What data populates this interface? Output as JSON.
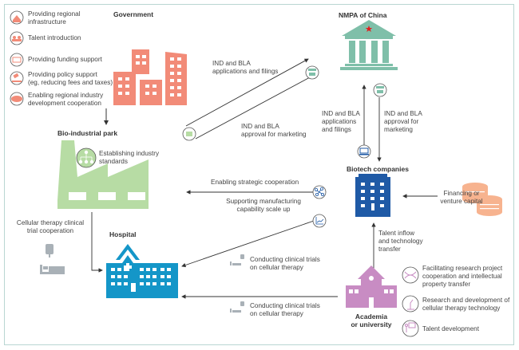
{
  "colors": {
    "government": "#f28b78",
    "nmpa": "#7fbfa9",
    "bio_park": "#b7dca4",
    "biotech": "#1f5aa6",
    "hospital": "#1496c8",
    "academia": "#c88cc3",
    "coins": "#f7b38f",
    "star": "#e02020",
    "bed": "#a9b1b7",
    "arrow": "#333333",
    "frame": "#b9d6d2"
  },
  "government": {
    "title": "Government",
    "items": [
      {
        "icon": "house-icon",
        "lines": [
          "Providing regional",
          "infrastructure"
        ]
      },
      {
        "icon": "people-icon",
        "lines": [
          "Talent introduction"
        ]
      },
      {
        "icon": "money-icon",
        "lines": [
          "Providing funding support"
        ]
      },
      {
        "icon": "gavel-icon",
        "lines": [
          "Providing policy support",
          "(eg, reducing fees and taxes)"
        ]
      },
      {
        "icon": "handshake-icon",
        "lines": [
          "Enabling regional industry",
          "development cooperation"
        ]
      }
    ]
  },
  "nmpa": {
    "title": "NMPA of China"
  },
  "bio_park": {
    "title": "Bio-industrial park",
    "standards_lines": [
      "Establishing industry",
      "standards"
    ]
  },
  "biotech": {
    "title": "Biotech companies"
  },
  "hospital": {
    "title": "Hospital"
  },
  "academia": {
    "title_lines": [
      "Academia",
      "or university"
    ],
    "items": [
      {
        "icon": "dna-icon",
        "lines": [
          "Facilitating research project",
          "cooperation and intellectual",
          "property transfer"
        ]
      },
      {
        "icon": "microscope-icon",
        "lines": [
          "Research and development of",
          "cellular therapy technology"
        ]
      },
      {
        "icon": "teacher-icon",
        "lines": [
          "Talent development"
        ]
      }
    ]
  },
  "flows": {
    "park_to_nmpa": [
      "IND and BLA",
      "applications and filings"
    ],
    "nmpa_to_park": [
      "IND and BLA",
      "approval for marketing"
    ],
    "biotech_to_nmpa": [
      "IND and BLA",
      "applications",
      "and filings"
    ],
    "nmpa_to_biotech": [
      "IND and BLA",
      "approval for",
      "marketing"
    ],
    "strategic": [
      "Enabling strategic cooperation"
    ],
    "manufacturing": [
      "Supporting manufacturing",
      "capability scale up"
    ],
    "financing": [
      "Financing or",
      "venture capital"
    ],
    "talent_inflow": [
      "Talent inflow",
      "and technology",
      "transfer"
    ],
    "park_hospital": [
      "Cellular therapy clinical",
      "trial cooperation"
    ],
    "biotech_hospital": [
      "Conducting clinical trials",
      "on cellular therapy"
    ],
    "academia_hospital": [
      "Conducting clinical trials",
      "on cellular therapy"
    ]
  }
}
